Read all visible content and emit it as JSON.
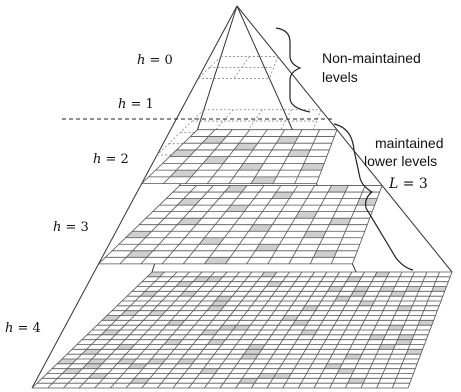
{
  "levels": [
    {
      "label_var": "h",
      "label_eq": " = ",
      "label_num": "0",
      "grid": 2,
      "maintained": false,
      "shaded": []
    },
    {
      "label_var": "h",
      "label_eq": " = ",
      "label_num": "1",
      "grid": 4,
      "maintained": false,
      "shaded": []
    },
    {
      "label_var": "h",
      "label_eq": " = ",
      "label_num": "2",
      "grid": 8,
      "maintained": true,
      "shaded": [
        [
          1,
          1
        ],
        [
          1,
          5
        ],
        [
          2,
          3
        ],
        [
          3,
          0
        ],
        [
          3,
          6
        ],
        [
          4,
          2
        ],
        [
          5,
          4
        ],
        [
          5,
          7
        ],
        [
          6,
          1
        ],
        [
          7,
          5
        ]
      ]
    },
    {
      "label_var": "h",
      "label_eq": " = ",
      "label_num": "3",
      "grid": 12,
      "maintained": true,
      "shaded": [
        [
          0,
          3
        ],
        [
          0,
          9
        ],
        [
          1,
          6
        ],
        [
          2,
          1
        ],
        [
          2,
          11
        ],
        [
          3,
          4
        ],
        [
          4,
          8
        ],
        [
          5,
          2
        ],
        [
          5,
          10
        ],
        [
          6,
          6
        ],
        [
          7,
          0
        ],
        [
          7,
          9
        ],
        [
          8,
          4
        ],
        [
          9,
          7
        ],
        [
          10,
          1
        ],
        [
          10,
          10
        ],
        [
          11,
          5
        ]
      ]
    },
    {
      "label_var": "h",
      "label_eq": " = ",
      "label_num": "4",
      "grid": 24,
      "maintained": true,
      "shaded": "scattered"
    }
  ],
  "annotations": {
    "non_maintained": [
      "Non-maintained",
      "levels"
    ],
    "maintained": [
      "maintained",
      "lower levels"
    ],
    "L_var": "L",
    "L_value": " = 3"
  },
  "colors": {
    "line": "#333333",
    "grid_line": "#555555",
    "shade": "#d0d0d0",
    "dashed": "#222222"
  }
}
